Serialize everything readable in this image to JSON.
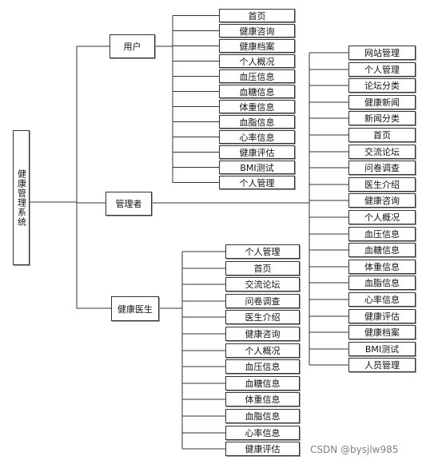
{
  "root": {
    "label": "健康管理系统"
  },
  "roles": {
    "user": {
      "label": "用户",
      "items": [
        "首页",
        "健康咨询",
        "健康档案",
        "个人概况",
        "血压信息",
        "血糖信息",
        "体重信息",
        "血脂信息",
        "心率信息",
        "健康评估",
        "BMI测试",
        "个人管理"
      ]
    },
    "admin": {
      "label": "管理者",
      "items": [
        "网站管理",
        "个人管理",
        "论坛分类",
        "健康新闻",
        "新闻分类",
        "首页",
        "交流论坛",
        "问卷调查",
        "医生介绍",
        "健康咨询",
        "个人概况",
        "血压信息",
        "血糖信息",
        "体重信息",
        "血脂信息",
        "心率信息",
        "健康评估",
        "健康档案",
        "BMI测试",
        "人员管理"
      ]
    },
    "doctor": {
      "label": "健康医生",
      "items": [
        "个人管理",
        "首页",
        "交流论坛",
        "问卷调查",
        "医生介绍",
        "健康咨询",
        "个人概况",
        "血压信息",
        "血糖信息",
        "体重信息",
        "血脂信息",
        "心率信息",
        "健康评估"
      ]
    }
  },
  "watermark": "CSDN @bysjlw985"
}
